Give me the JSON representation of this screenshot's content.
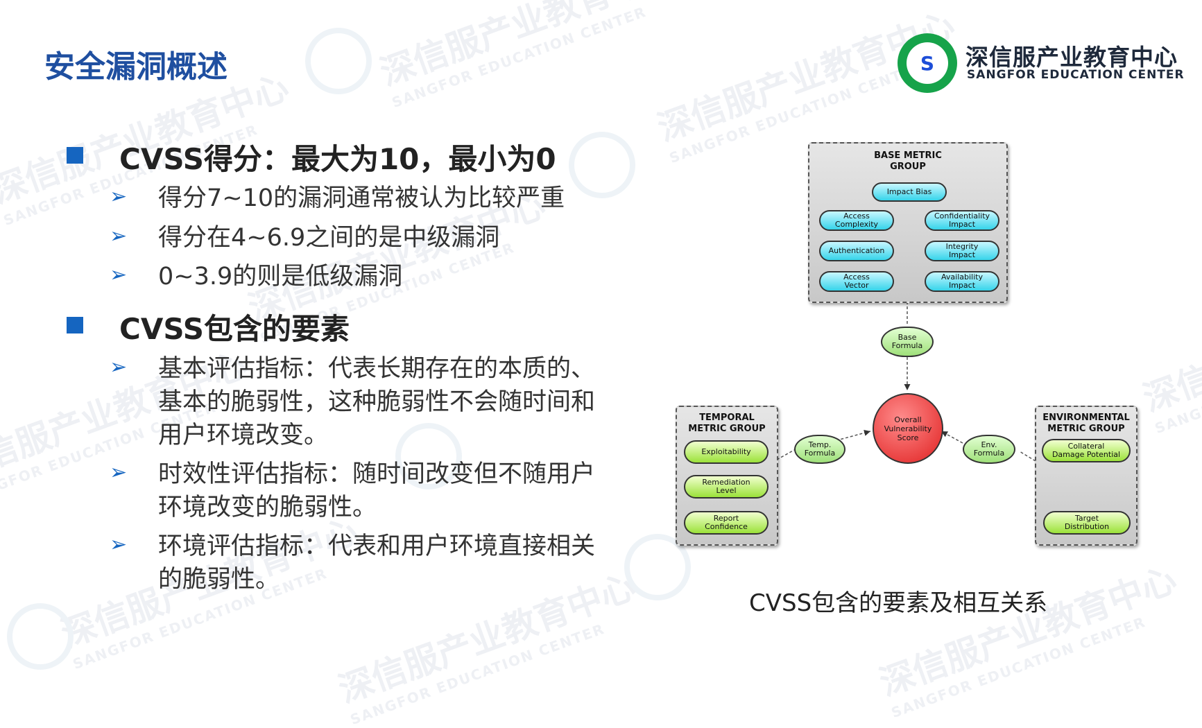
{
  "slide": {
    "title": "安全漏洞概述"
  },
  "logo": {
    "name_cn": "深信服产业教育中心",
    "name_en": "SANGFOR EDUCATION CENTER"
  },
  "watermark": {
    "cn": "深信服产业教育中心",
    "en": "SANGFOR EDUCATION CENTER"
  },
  "bullets": [
    {
      "heading": "CVSS得分：最大为10，最小为0",
      "items": [
        {
          "lines": [
            "得分7~10的漏洞通常被认为比较严重"
          ]
        },
        {
          "lines": [
            "得分在4~6.9之间的是中级漏洞"
          ]
        },
        {
          "lines": [
            "0~3.9的则是低级漏洞"
          ]
        }
      ]
    },
    {
      "heading": "CVSS包含的要素",
      "items": [
        {
          "lines": [
            "基本评估指标：代表长期存在的本质的、",
            "基本的脆弱性，这种脆弱性不会随时间和",
            "用户环境改变。"
          ]
        },
        {
          "lines": [
            "时效性评估指标：随时间改变但不随用户",
            "环境改变的脆弱性。"
          ]
        },
        {
          "lines": [
            "环境评估指标：代表和用户环境直接相关",
            "的脆弱性。"
          ]
        }
      ]
    }
  ],
  "diagram": {
    "base_group": {
      "title_lines": [
        "BASE METRIC",
        "GROUP"
      ],
      "impact_bias": "Impact Bias",
      "left": [
        [
          "Access",
          "Complexity"
        ],
        [
          "Authentication"
        ],
        [
          "Access",
          "Vector"
        ]
      ],
      "right": [
        [
          "Confidentiality",
          "Impact"
        ],
        [
          "Integrity",
          "Impact"
        ],
        [
          "Availability",
          "Impact"
        ]
      ]
    },
    "base_formula": [
      "Base",
      "Formula"
    ],
    "score": [
      "Overall",
      "Vulnerability",
      "Score"
    ],
    "temporal_group": {
      "title_lines": [
        "TEMPORAL",
        "METRIC GROUP"
      ],
      "items": [
        [
          "Exploitability"
        ],
        [
          "Remediation",
          "Level"
        ],
        [
          "Report",
          "Confidence"
        ]
      ]
    },
    "temp_formula": [
      "Temp.",
      "Formula"
    ],
    "environmental_group": {
      "title_lines": [
        "ENVIRONMENTAL",
        "METRIC GROUP"
      ],
      "items": [
        [
          "Collateral",
          "Damage Potential"
        ],
        [
          "Target",
          "Distribution"
        ]
      ]
    },
    "env_formula": [
      "Env.",
      "Formula"
    ],
    "caption": "CVSS包含的要素及相互关系"
  },
  "colors": {
    "title_blue": "#1f4fa0",
    "bullet_blue": "#1565c0",
    "pill_cyan": "#36d4ea",
    "pill_green": "#9be23a",
    "score_red": "#e02020"
  }
}
